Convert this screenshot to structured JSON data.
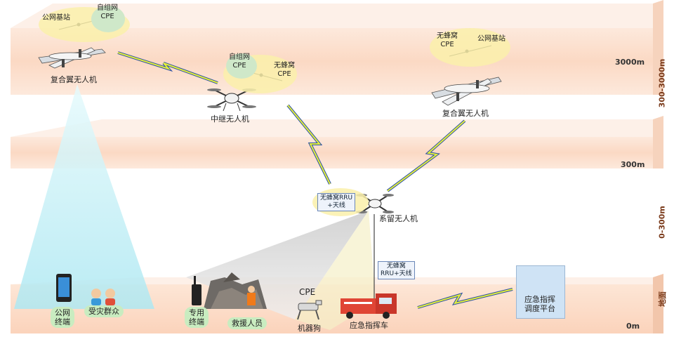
{
  "altitudes": {
    "alt_3000": "3000m",
    "alt_300": "300m",
    "alt_0": "0m"
  },
  "ranges": {
    "high": "300-3000m",
    "low": "0-300m",
    "ground": "地面"
  },
  "nodes": {
    "hybrid_uav_left": "复合翼无人机",
    "hybrid_uav_right": "复合翼无人机",
    "relay_uav": "中继无人机",
    "tethered_uav": "系留无人机",
    "public_terminal": "公网\n终端",
    "victims": "受灾群众",
    "dedicated_terminal": "专用\n终端",
    "rescuers": "救援人员",
    "robot_dog": "机器狗",
    "command_vehicle": "应急指挥车",
    "command_platform": "应急指挥\n调度平台"
  },
  "labels": {
    "public_base_station_left": "公网基站",
    "ad_hoc_cpe_left": "自组网\nCPE",
    "ad_hoc_cpe_relay": "自组网\nCPE",
    "honeycomb_cpe_relay": "无蜂窝\nCPE",
    "honeycomb_cpe_right": "无蜂窝\nCPE",
    "public_base_station_right": "公网基站",
    "tethered_rru": "无蜂窝RRU\n+天线",
    "vehicle_rru": "无蜂窝\nRRU+天线",
    "cpe_dog": "CPE"
  },
  "colors": {
    "layer_band": "#fbe3d3",
    "lightning": "#e6f03a",
    "lightning_edge": "#2a4fa8",
    "coverage": "#bdeef5",
    "bubble": "#faf0aa",
    "cpe_green": "#cfe8c9"
  }
}
